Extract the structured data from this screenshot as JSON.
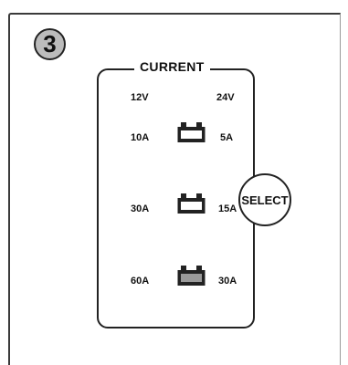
{
  "step": {
    "number": "3"
  },
  "panel": {
    "title": "CURRENT",
    "columns": {
      "left": "12V",
      "right": "24V"
    },
    "rows": [
      {
        "left": "10A",
        "right": "5A",
        "indicator_fill": "#ffffff"
      },
      {
        "left": "30A",
        "right": "15A",
        "indicator_fill": "#ffffff"
      },
      {
        "left": "60A",
        "right": "30A",
        "indicator_fill": "#9a9a9a"
      }
    ]
  },
  "select_button": {
    "label": "SELECT"
  },
  "colors": {
    "outline": "#222222",
    "badge": "#bcbcbc",
    "active_fill": "#9a9a9a"
  }
}
